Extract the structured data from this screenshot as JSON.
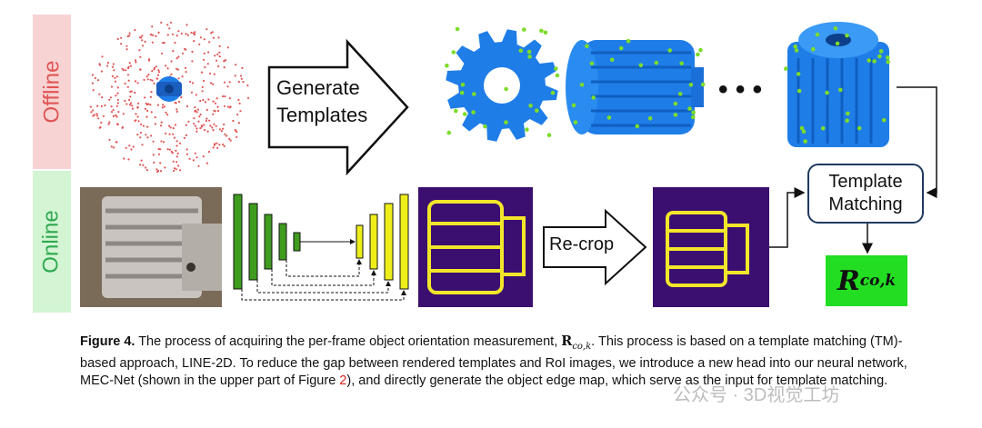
{
  "bands": {
    "offline": "Offline",
    "online": "Online"
  },
  "generate_label_line1": "Generate",
  "generate_label_line2": "Templates",
  "recrop_label": "Re-crop",
  "template_matching_line1": "Template",
  "template_matching_line2": "Matching",
  "rotation_symbol": "R",
  "rotation_subscript": "co,k",
  "ellipsis": "• • •",
  "caption": {
    "label": "Figure 4.",
    "part1": " The process of acquiring the per-frame object orientation measurement, ",
    "math_symbol": "R",
    "math_subscript": "co,k",
    "part2": ". This process is based on a template matching (TM)-based approach, LINE-2D. To reduce the gap between rendered templates and RoI images, we introduce a new head into our neural network, MEC-Net (shown in the upper part of Figure ",
    "figure_ref": "2",
    "part3": "), and directly generate the object edge map, which serve as the input for template matching."
  },
  "watermark": "公众号 · 3D视觉工坊",
  "colors": {
    "offline_band": "#f8d3d3",
    "online_band": "#d3f5d3",
    "gear_blue": "#1f7de8",
    "point_green": "#7ddc2a",
    "result_green": "#22dd22",
    "net_green": "#3f9c1f",
    "net_yellow": "#eeee1a",
    "edge_bg": "#3b0f70",
    "edge_yellow": "#f2e62a"
  }
}
